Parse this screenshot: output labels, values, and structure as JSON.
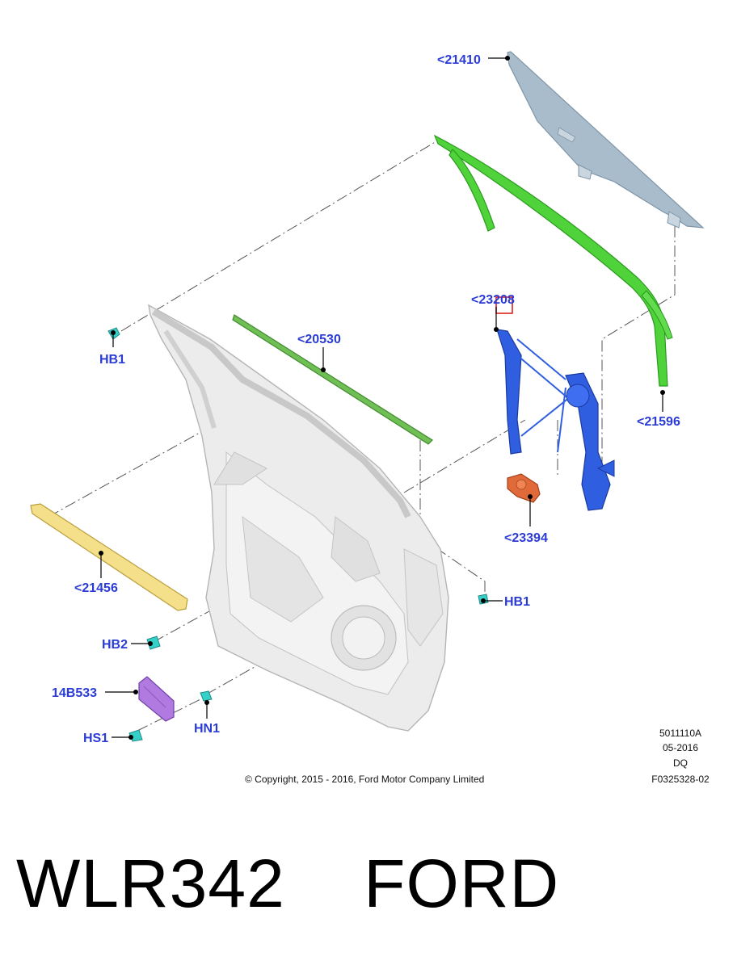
{
  "callouts": {
    "glass": "<21410",
    "run_channel": "<21596",
    "regulator": "<23208",
    "weatherstrip": "<20530",
    "motor": "<23394",
    "lower_seal": "<21456",
    "hb1_left": "HB1",
    "hb1_right": "HB1",
    "hb2": "HB2",
    "module": "14B533",
    "hs1": "HS1",
    "hn1": "HN1"
  },
  "meta": {
    "line1": "5011110A",
    "line2": "05-2016",
    "line3": "DQ",
    "line4": "F0325328-02"
  },
  "copyright": "© Copyright, 2015 - 2016, Ford Motor Company Limited",
  "caption": "WLR342    FORD",
  "colors": {
    "callout": "#2a3bd6",
    "glass": "#a8bccb",
    "run_channel": "#4fd23a",
    "weatherstrip": "#6fbf55",
    "regulator": "#2f5fe0",
    "motor": "#e06a3a",
    "lower_seal": "#f4e08a",
    "module": "#b07ae0",
    "fastener": "#35d0c8",
    "door": "#ececec",
    "highlight": "#e02020"
  }
}
